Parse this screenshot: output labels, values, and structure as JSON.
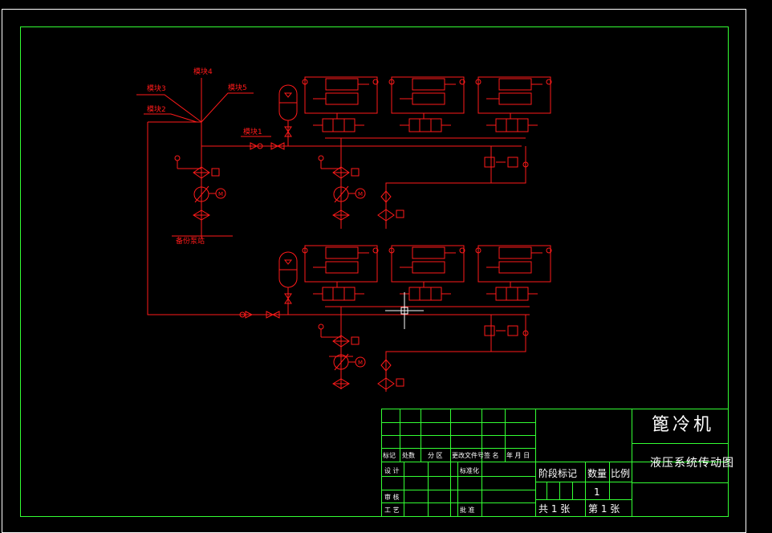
{
  "drawing": {
    "labels": {
      "block3": "模块3",
      "block4": "模块4",
      "block5": "模块5",
      "block2": "模块2",
      "block1": "模块1",
      "pump_station": "备份泵站"
    }
  },
  "title_block": {
    "machine_name": "篦冷机",
    "drawing_title": "液压系统传动图",
    "revision_header": {
      "mark": "标记",
      "count": "处数",
      "zone": "分 区",
      "doc_no": "更改文件号",
      "sign": "签 名",
      "date": "年 月 日"
    },
    "design": "设 计",
    "standardize": "标准化",
    "review": "审 核",
    "process": "工 艺",
    "approve": "批 准",
    "stage_mark": "阶段标记",
    "quantity": "数量",
    "scale": "比例",
    "quantity_value": "1",
    "total_sheets": "共 1 张",
    "sheet_no": "第 1 张"
  }
}
